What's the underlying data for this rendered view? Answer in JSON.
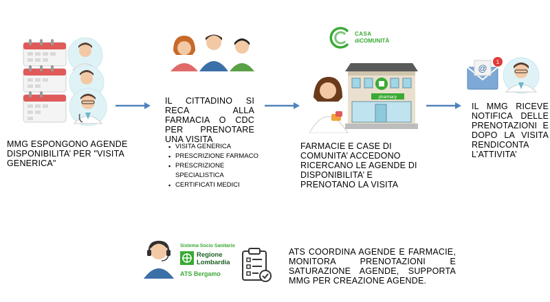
{
  "steps": {
    "mmg_publish": "MMG ESPONGONO AGENDE DISPONIBILITA’ PER \"VISITA GENERICA\"",
    "citizen_intro": "IL CITTADINO SI RECA ALLA FARMACIA O CDC PER PRENOTARE UNA VISITA",
    "citizen_options": [
      "VISITA GENERICA",
      "PRESCRIZIONE FARMACO",
      "PRESCRIZIONE SPECIALISTICA",
      "CERTIFICATI MEDICI"
    ],
    "pharmacy": "FARMACIE E CASE DI COMUNITA’ ACCEDONO RICERCANO LE AGENDE DI DISPONIBILITA’ E PRENOTANO LA VISITA",
    "mmg_notify": "IL MMG RICEVE NOTIFICA DELLE PRENOTAZIONI E DOPO LA VISITA RENDICONTA L’ATTIVITA’",
    "ats": "ATS COORDINA AGENDE E FARMACIE, MONITORA PRENOTAZIONI E SATURAZIONE AGENDE, SUPPORTA MMG PER CREAZIONE AGENDE."
  },
  "logos": {
    "casa_line1": "CASA",
    "casa_line2": "diCOMUNITÀ",
    "pharmacy_sign": "pharmacy",
    "email_badge": "1",
    "sss_label": "Sistema Socio Sanitario",
    "region_line1": "Regione",
    "region_line2": "Lombardia",
    "ats_name": "ATS Bergamo"
  },
  "colors": {
    "arrow": "#4f81bd",
    "brand_green": "#3aaa35",
    "calendar_red": "#e05a5a"
  }
}
